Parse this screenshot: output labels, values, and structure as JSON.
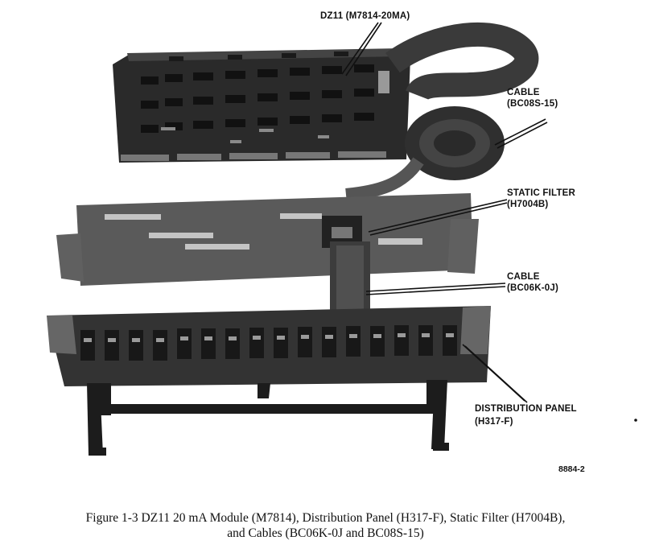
{
  "labels": {
    "dz11": "DZ11 (M7814-20MA)",
    "cable1_title": "CABLE",
    "cable1_part": "(BC08S-15)",
    "filter_title": "STATIC FILTER",
    "filter_part": "(H7004B)",
    "cable2_title": "CABLE",
    "cable2_part": "(BC06K-0J)",
    "panel_title": "DISTRIBUTION PANEL",
    "panel_part": "(H317-F)"
  },
  "figure_number": "8884-2",
  "caption": {
    "line1": "Figure 1-3   DZ11 20 mA Module (M7814), Distribution Panel (H317-F), Static Filter (H7004B),",
    "line2": "and Cables (BC06K-0J and BC08S-15)"
  },
  "colors": {
    "ink": "#111111",
    "board": "#2a2a2a",
    "board_dark": "#141414",
    "metal": "#5a5a5a",
    "ribbon": "#3a3a3a"
  }
}
